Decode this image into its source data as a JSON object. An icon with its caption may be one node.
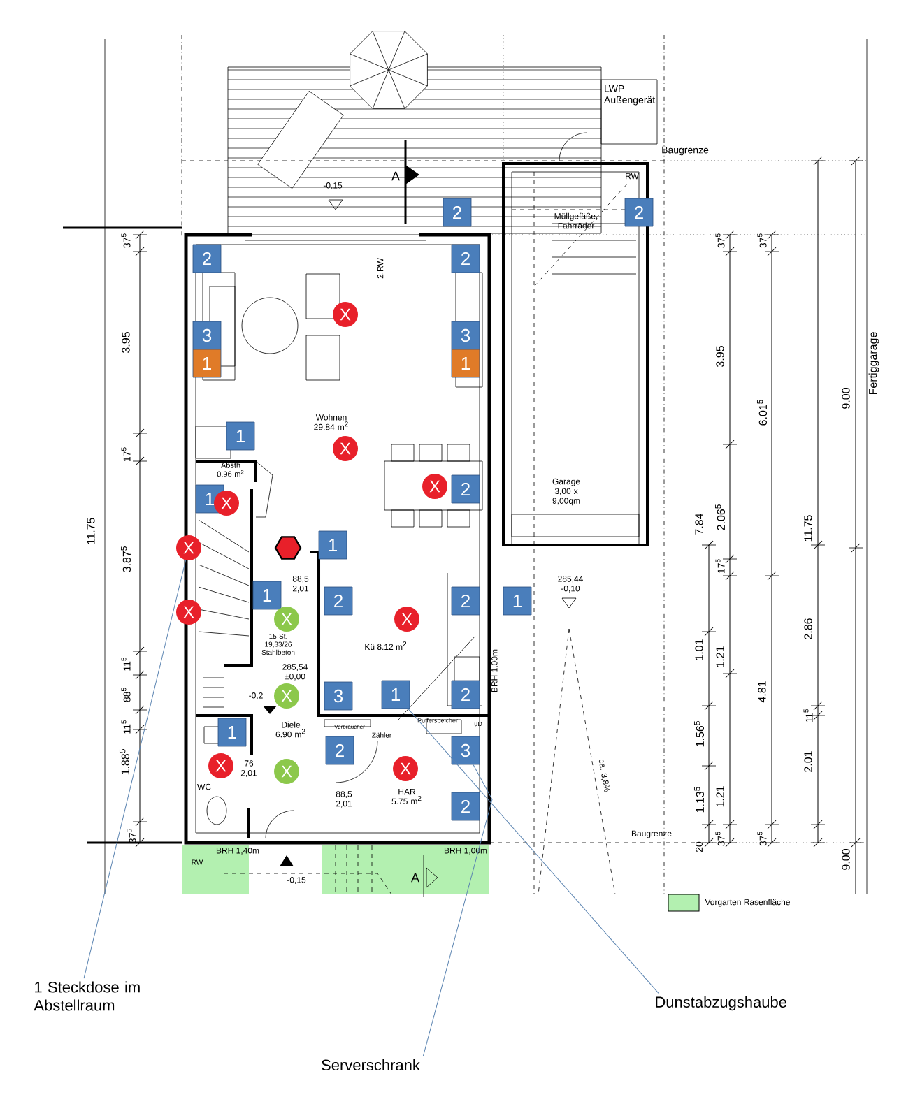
{
  "diagram": {
    "nodes": [
      {
        "text": [
          "LWP Außengerät"
        ]
      },
      {
        "text": [
          "2"
        ]
      },
      {
        "text": [
          "2"
        ]
      },
      {
        "text": [
          "2"
        ]
      },
      {
        "text": [
          "2"
        ]
      },
      {
        "text": [
          "X"
        ]
      },
      {
        "text": [
          "3"
        ]
      },
      {
        "text": [
          "3"
        ]
      },
      {
        "text": [
          "1"
        ]
      },
      {
        "text": [
          "1"
        ]
      },
      {
        "text": [
          "1"
        ]
      },
      {
        "text": [
          "X"
        ]
      },
      {
        "text": [
          "2"
        ]
      },
      {
        "text": [
          "X"
        ]
      },
      {
        "text": [
          "1"
        ]
      },
      {
        "text": [
          "X"
        ]
      },
      {
        "text": [],
        "shape": "hexagon"
      },
      {
        "text": [
          "1"
        ]
      },
      {
        "text": [
          "X"
        ]
      },
      {
        "text": [
          "1"
        ]
      },
      {
        "text": [
          "2"
        ]
      },
      {
        "text": [
          "2"
        ]
      },
      {
        "text": [
          "1"
        ]
      },
      {
        "text": [
          "X"
        ]
      },
      {
        "text": [
          "X"
        ]
      },
      {
        "text": [
          "X"
        ]
      },
      {
        "text": [
          "3"
        ]
      },
      {
        "text": [
          "1"
        ]
      },
      {
        "text": [
          "2"
        ]
      },
      {
        "text": [
          "X"
        ]
      },
      {
        "text": [
          "1"
        ]
      },
      {
        "text": [
          "2"
        ]
      },
      {
        "text": [
          "3"
        ]
      },
      {
        "text": [
          "X"
        ]
      },
      {
        "text": [
          "X"
        ]
      },
      {
        "text": [
          "X"
        ]
      },
      {
        "text": [
          "2"
        ]
      },
      {
        "text": [
          "1 Steckdose im Abstellraum"
        ]
      },
      {
        "text": [
          "Serverschrank"
        ]
      },
      {
        "text": [
          "Dunstabzugshaube"
        ]
      }
    ],
    "edges": [
      {
        "from": 37,
        "to": 18,
        "arrow": "none"
      },
      {
        "from": 38,
        "to": 32,
        "arrow": "none"
      },
      {
        "from": 39,
        "to": 27,
        "arrow": "none"
      }
    ],
    "labels": [
      "Baugrenze",
      "-0,15",
      "A",
      "RW",
      "Müllgefäße, Fahrräder",
      "37$^{5}$",
      "37$^{5}$",
      "37$^{5}$",
      "2.RW",
      "3.95",
      "3.95",
      "Fertiggarage",
      "9.00",
      "6.01$^{5}$",
      "Wohnen 29.84 m$^{2}$",
      "17$^{5}$",
      "Absth 0.96 m$^{2}$",
      "Garage 3,00 x 9,00qm",
      "2.06$^{5}$",
      "7.84",
      "11.75",
      "11.75",
      "3.87$^{5}$",
      "17$^{5}$",
      "285,44 -0,10",
      "88,5 2,01",
      "Kü 8.12 m$^{2}$",
      "2.86",
      "15 St. 19,33/26 Stahlbeton",
      "1.01",
      "1.21",
      "11$^{5}$",
      "285,54 ±0,00",
      "BRH 1,00m",
      "4.81",
      "88$^{5}$",
      "-0,2",
      "11$^{5}$",
      "11$^{5}$",
      "Verbraucher",
      "Zähler",
      "uD",
      "Diele 6.90 m$^{2}$",
      "1.56$^{5}$",
      "Pufferspeicher",
      "1.88$^{5}$",
      "2.01",
      "WC",
      "76 2,01",
      "HAR 5.75 m$^{2}$",
      "88,5 2,01",
      "1.13$^{5}$",
      "1.21",
      "ca. 3,8%",
      "Baugrenze",
      "37$^{5}$",
      "37$^{5}$",
      "37$^{5}$",
      "20",
      "BRH 1,40m",
      "BRH 1,00m",
      "RW",
      "-0,15",
      "A",
      "9.00"
    ],
    "legend": [
      {
        "text": "Vorgarten Rasenfläche",
        "color": "#b3f0b0"
      }
    ]
  }
}
